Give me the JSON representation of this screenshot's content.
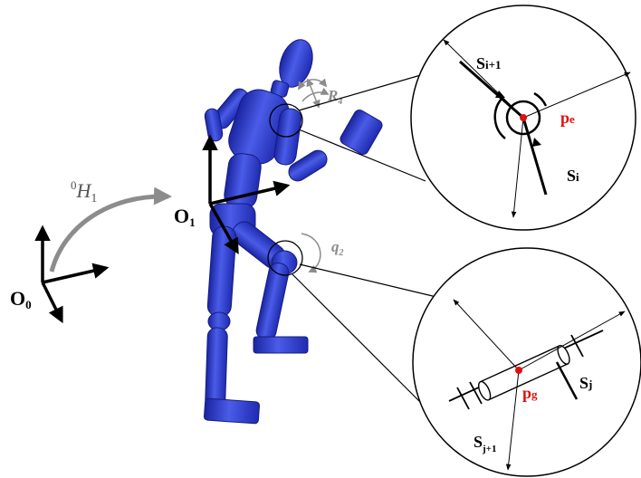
{
  "frames": {
    "base_main": "O",
    "base_sub": "0",
    "body_main": "O",
    "body_sub": "1"
  },
  "transform": {
    "pre": "0",
    "main": "H",
    "sub": "1"
  },
  "joints": {
    "shoulder_main": "R",
    "shoulder_sub": "4",
    "knee_main": "q",
    "knee_sub": "2"
  },
  "upper_detail": {
    "segment_next_main": "S",
    "segment_next_sub": "i+1",
    "point_main": "p",
    "point_sub": "e",
    "segment_main": "S",
    "segment_sub": "i"
  },
  "lower_detail": {
    "segment_main": "S",
    "segment_sub": "j",
    "point_main": "p",
    "point_sub": "g",
    "segment_next_main": "S",
    "segment_next_sub": "j+1"
  },
  "colors": {
    "figure": "#3346d6",
    "figure_dark": "#1a24a0",
    "figure_light": "#6b7df0",
    "arrow_gray": "#8c8c8c",
    "point_red": "#e01010",
    "ink": "#000000"
  }
}
